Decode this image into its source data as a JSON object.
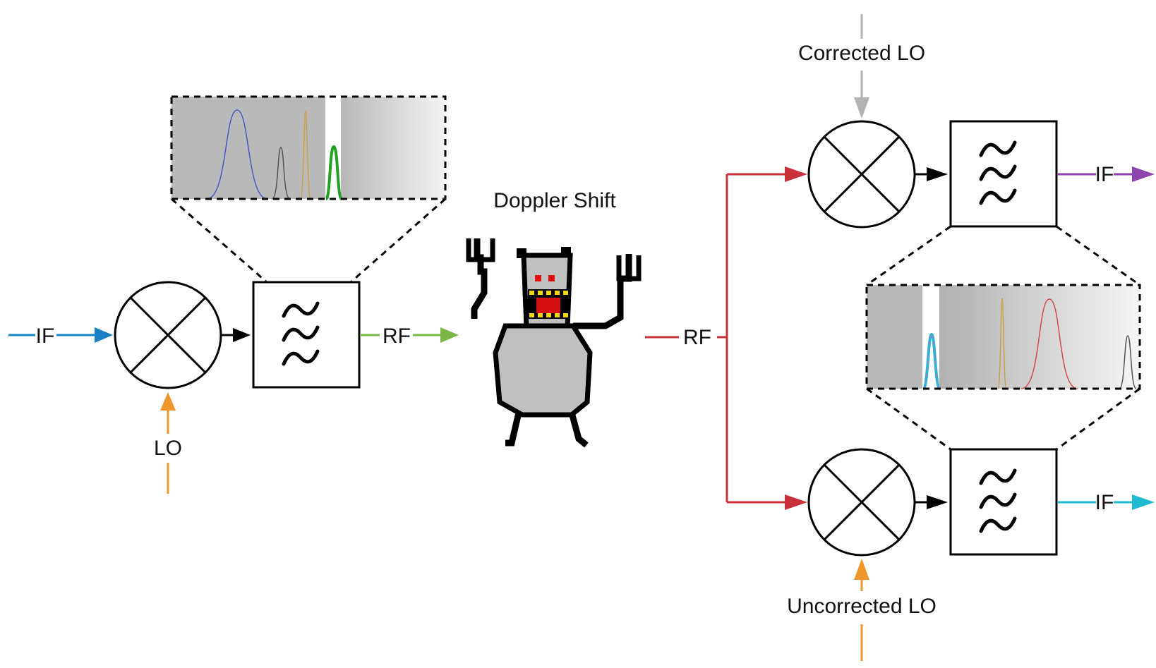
{
  "labels": {
    "tx_if": "IF",
    "tx_lo": "LO",
    "tx_rf": "RF",
    "doppler": "Doppler Shift",
    "rx_rf": "RF",
    "corrected_lo": "Corrected LO",
    "uncorrected_lo": "Uncorrected LO",
    "rx_if_top": "IF",
    "rx_if_bottom": "IF"
  },
  "colors": {
    "tx_if": "#1a80c4",
    "lo": "#f0962a",
    "tx_rf": "#7ab648",
    "rx_rf": "#c8303a",
    "corrected_lo": "#b3b3b3",
    "if_top": "#8e44ad",
    "if_bottom": "#22b8cf",
    "block": "#000000",
    "devil_body": "#c0c0c0",
    "devil_eye": "#e01010",
    "devil_teeth": "#f2d600"
  },
  "icons": {
    "mixer": "mixer-cross-icon",
    "filter": "bandpass-filter-icon",
    "doppler": "pixel-devil-icon"
  }
}
